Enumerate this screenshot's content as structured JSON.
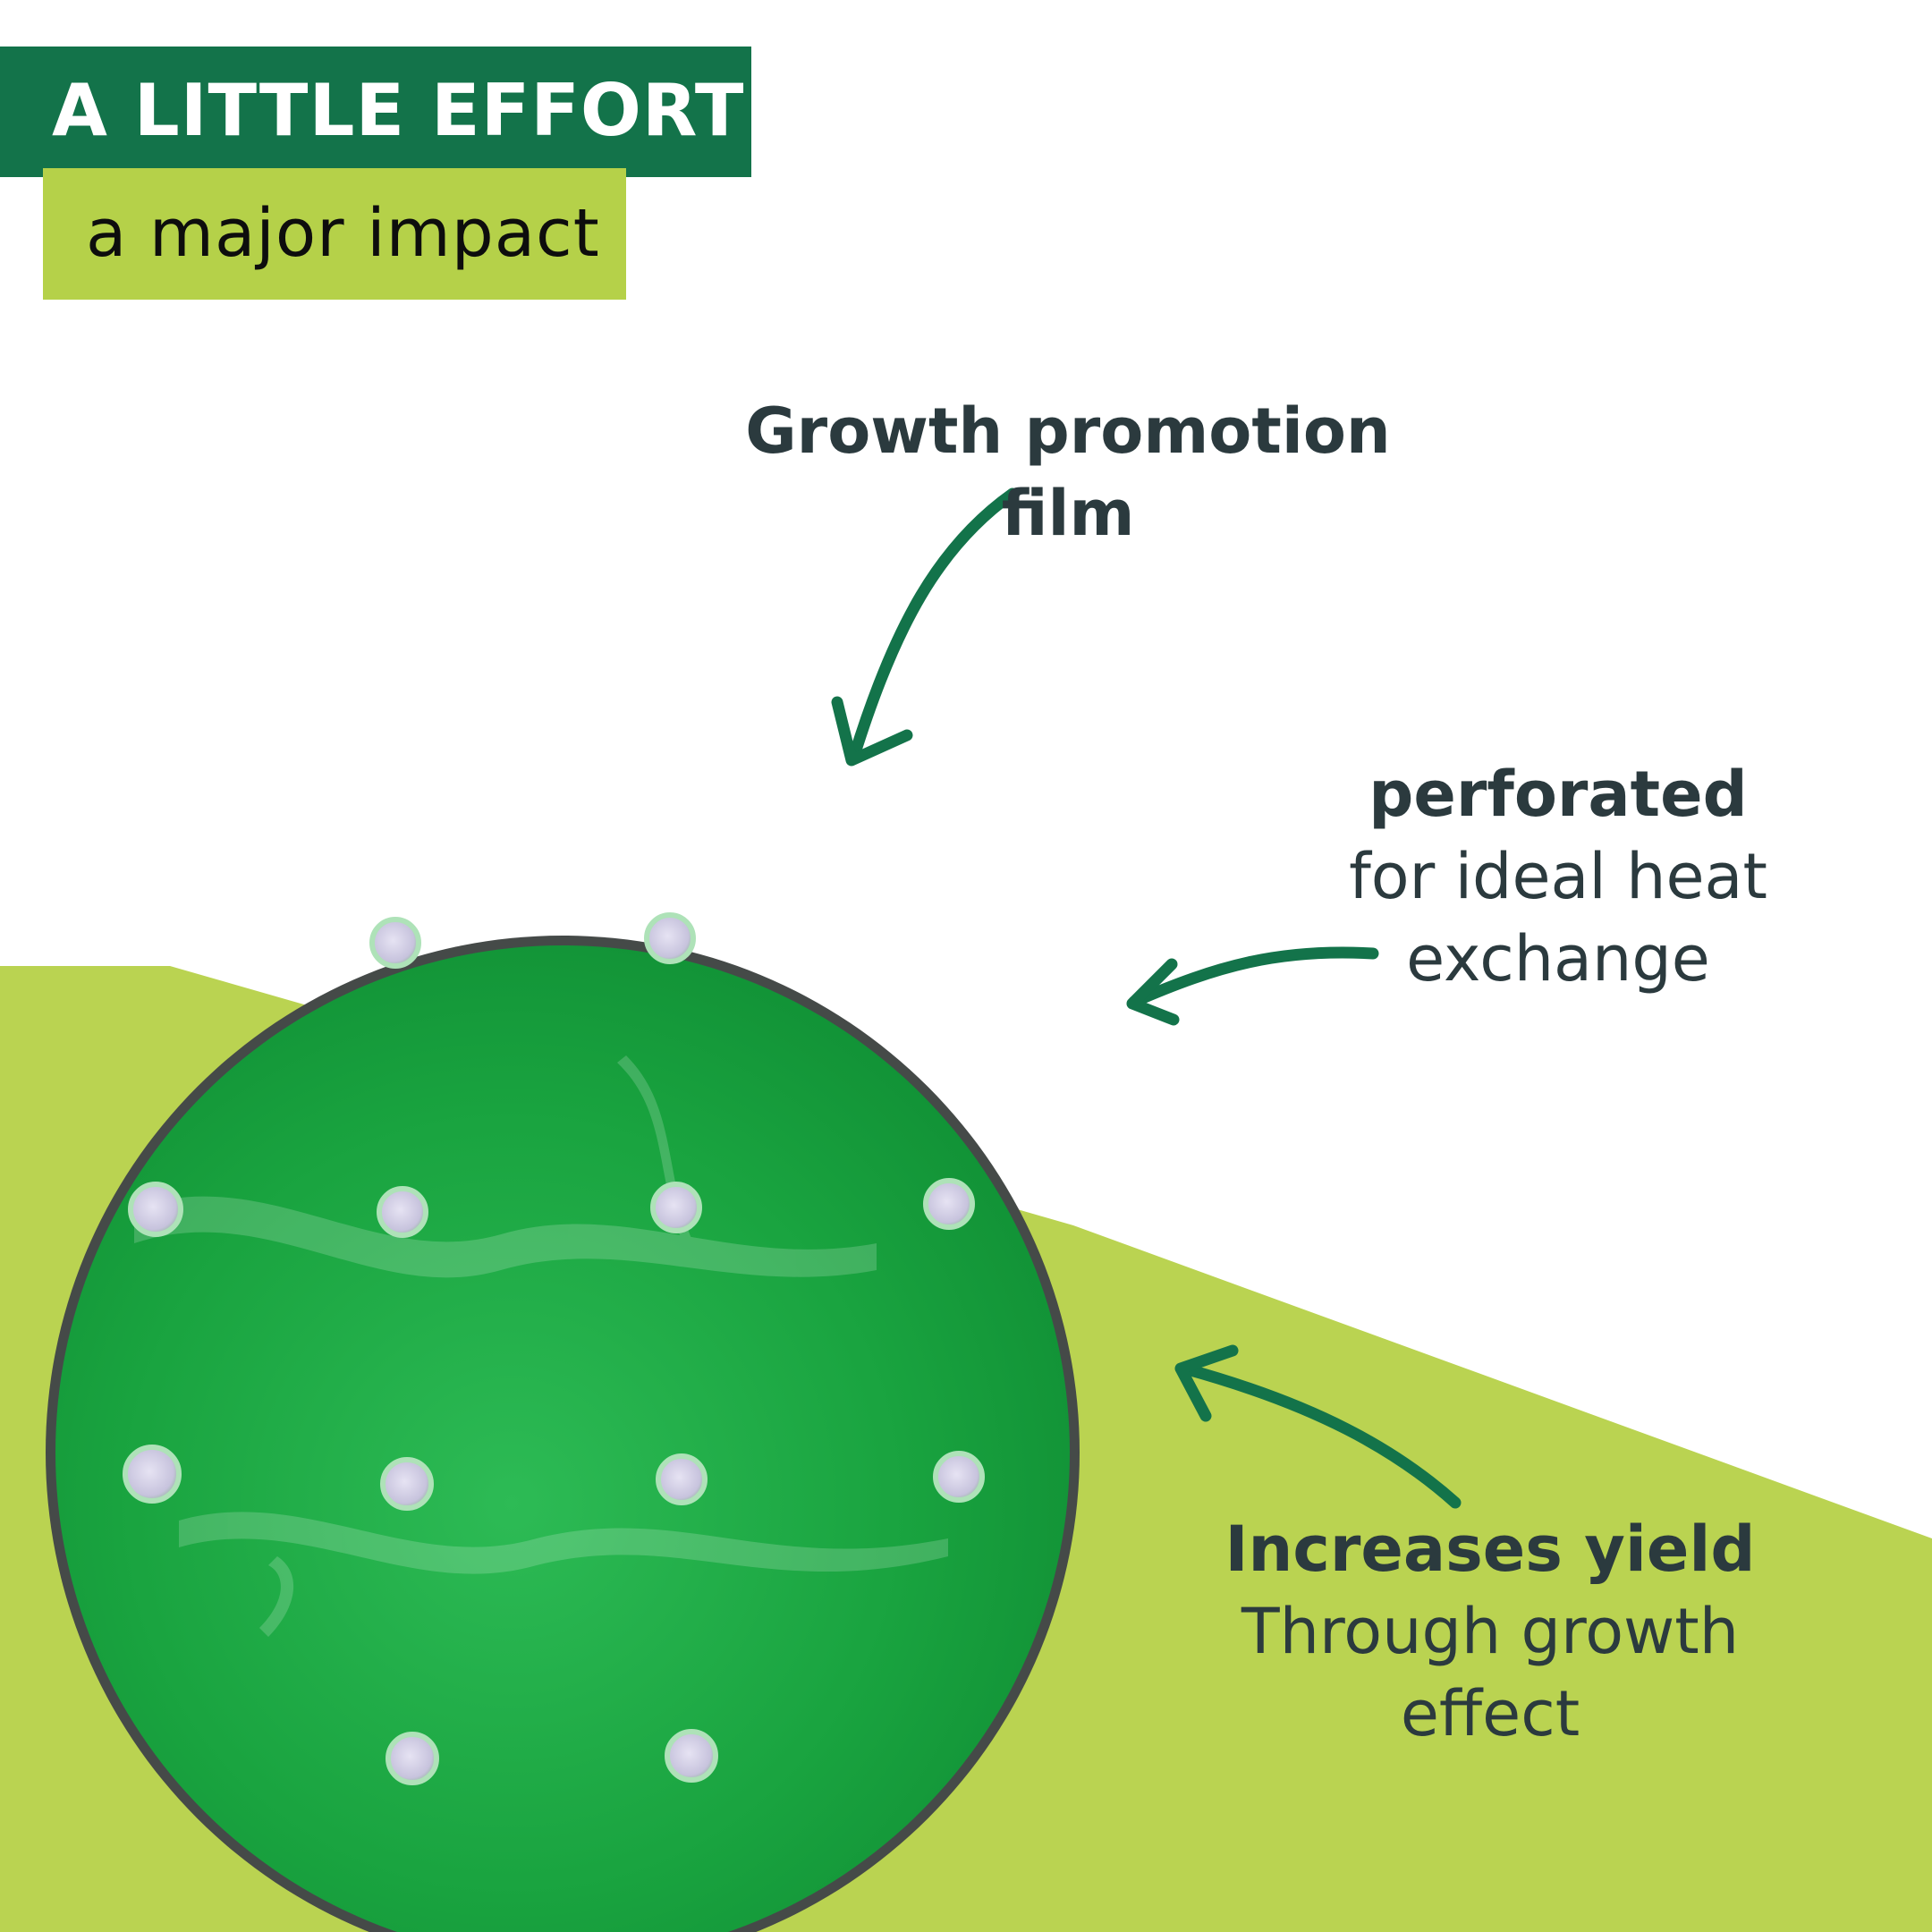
{
  "header": {
    "title": "A LITTLE EFFORT",
    "subtitle": "a major impact"
  },
  "callouts": {
    "growth": {
      "line1": "Growth promotion",
      "line2": "film"
    },
    "perforated": {
      "bold": "perforated",
      "line1": "for ideal heat",
      "line2": "exchange"
    },
    "yield": {
      "bold": "Increases yield",
      "line1": "Through growth",
      "line2": "effect"
    }
  },
  "colors": {
    "dark_green": "#13734a",
    "lime": "#b5d149",
    "film_green": "#17a63e",
    "text": "#2b3a3e"
  }
}
